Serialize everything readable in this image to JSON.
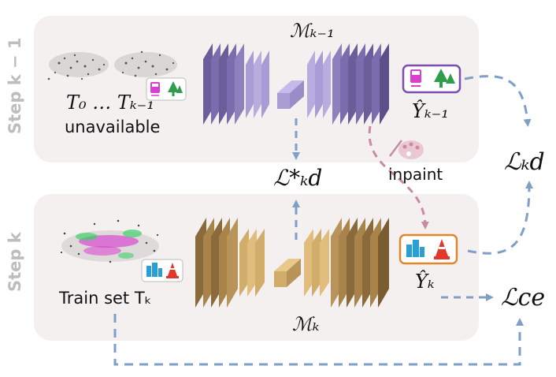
{
  "step_prev": {
    "label": "Step k − 1",
    "data_label": "T₀ … Tₖ₋₁",
    "data_status": "unavailable",
    "model": "ℳₖ₋₁",
    "output": "Ŷₖ₋₁"
  },
  "step_curr": {
    "label": "Step k",
    "data_label": "Train set Tₖ",
    "model": "ℳₖ",
    "output": "Ŷₖ"
  },
  "losses": {
    "kd_star": "ℒ*ₖd",
    "kd": "ℒₖd",
    "ce": "ℒce"
  },
  "inpaint_label": "inpaint",
  "colors": {
    "prev_model": "#9b8cc7",
    "curr_model": "#c9a063",
    "prev_output_border": "#7b4fb0",
    "curr_output_border": "#e0862c",
    "blue_arrow": "#7f9fc7",
    "pink_arrow": "#c98aa2"
  },
  "icons": {
    "prev_classes": [
      "train-icon",
      "tree-icon"
    ],
    "curr_classes": [
      "building-icon",
      "traffic-cone-icon"
    ]
  }
}
